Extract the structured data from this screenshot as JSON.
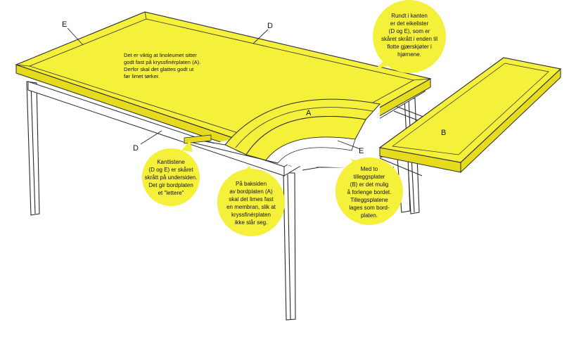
{
  "colors": {
    "yellow": "#f5f03a",
    "yellow_edge": "#e6dc1d",
    "stroke": "#2a2a2a",
    "background": "#ffffff"
  },
  "labels": {
    "E_top": "E",
    "D_top": "D",
    "A": "A",
    "B": "B",
    "D_bottom": "D",
    "E_bottom": "E"
  },
  "tabletop_note": [
    "Det er viktig at linoleumet sitter",
    "godt fast på kryssfinérplaten (A).",
    "Derfor skal det glattes godt ut",
    "før limet tørker."
  ],
  "bubbles": {
    "top_right": [
      "Rundt i kanten",
      "er det eikelister",
      "(D og E), som er",
      "skåret skrått i enden til",
      "flotte gjærskjøter i",
      "hjørnene."
    ],
    "left": [
      "Kantlistene",
      "(D og E) er skåret",
      "skrått på undersiden.",
      "Det gir bordplaten",
      "et \"lettere\""
    ],
    "middle": [
      "På baksiden",
      "av bordplaten (A)",
      "skal det limes fast",
      "en membran, slik at",
      "kryssfinérplaten",
      "ikke slår seg."
    ],
    "right": [
      "Med to",
      "tilleggsplater",
      "(B) er det mulig",
      "å forlenge bordet.",
      "Tilleggsplatene",
      "lages som bord-",
      "platen."
    ]
  }
}
